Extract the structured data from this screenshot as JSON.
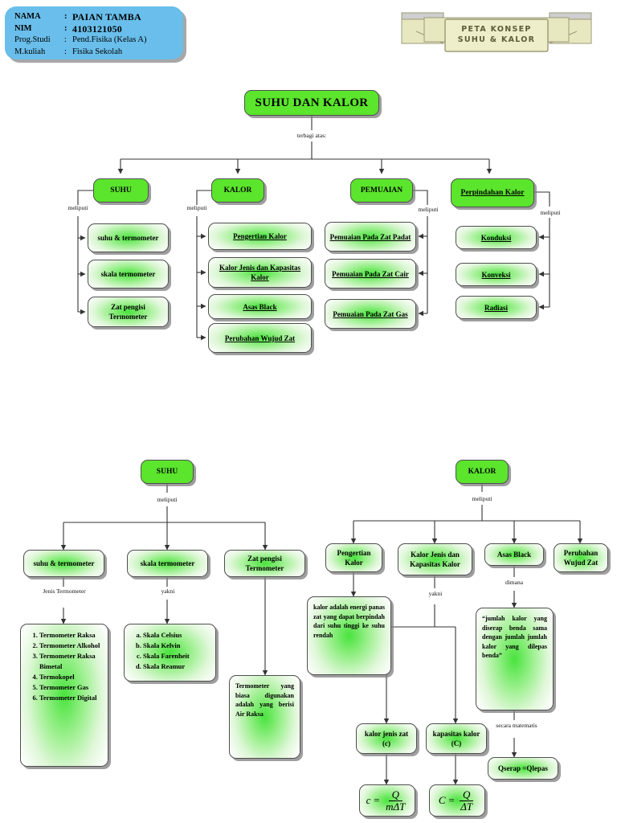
{
  "identity": {
    "rows": [
      {
        "key": "NAMA",
        "sep": ":",
        "value": "PAIAN TAMBA",
        "bold": true
      },
      {
        "key": "NIM",
        "sep": ":",
        "value": "4103121050",
        "bold": true
      },
      {
        "key": "Prog.Studi",
        "sep": ":",
        "value": "Pend.Fisika (Kelas A)",
        "bold": false
      },
      {
        "key": "M.kuliah",
        "sep": ":",
        "value": "Fisika Sekolah",
        "bold": false
      }
    ]
  },
  "banner": {
    "line1": "PETA KONSEP",
    "line2": "SUHU & KALOR"
  },
  "map_top": {
    "root": "SUHU DAN KALOR",
    "root_edge_label": "terbagi atas:",
    "branches": [
      {
        "title": "SUHU",
        "edge_label": "meliputi",
        "children": [
          "suhu & termometer",
          "skala termometer",
          "Zat pengisi Termometer"
        ]
      },
      {
        "title": "KALOR",
        "edge_label": "meliputi",
        "children": [
          "Pengertian Kalor",
          "Kalor Jenis dan Kapasitas Kalor",
          "Asas Black",
          "Perubahan Wujud Zat"
        ]
      },
      {
        "title": "PEMUAIAN",
        "edge_label": "meliputi",
        "children": [
          "Pemuaian Pada Zat Padat",
          "Pemuaian Pada Zat Cair",
          "Pemuaian Pada Zat Gas"
        ]
      },
      {
        "title": "Perpindahan Kalor",
        "edge_label": "meliputi",
        "children": [
          "Konduksi",
          "Konveksi",
          "Radiasi"
        ]
      }
    ]
  },
  "map_suhu": {
    "root": "SUHU",
    "root_edge_label": "meliputi",
    "children": [
      {
        "title": "suhu & termometer",
        "edge_label": "Jenis Termometer"
      },
      {
        "title": "skala termometer",
        "edge_label": "yakni"
      },
      {
        "title": "Zat pengisi Termometer",
        "edge_label": ""
      }
    ],
    "jenis_termometer": [
      "Termometer Raksa",
      "Termometer Alkohol",
      "Termometer Raksa Bimetal",
      "Termokopel",
      "Termometer Gas",
      "Termometer Digital"
    ],
    "skala_list": [
      "Skala Celsius",
      "Skala Kelvin",
      "Skala Farenheit",
      "Skala Reamur"
    ],
    "zat_pengisi_text": "Termometer yang biasa digunakan adalah yang berisi Air Raksa"
  },
  "map_kalor": {
    "root": "KALOR",
    "root_edge_label": "meliputi",
    "children": [
      {
        "title": "Pengertian Kalor",
        "edge_label": ""
      },
      {
        "title": "Kalor Jenis dan Kapasitas Kalor",
        "edge_label": "yakni"
      },
      {
        "title": "Asas Black",
        "edge_label": "dimana"
      },
      {
        "title": "Perubahan Wujud Zat",
        "edge_label": ""
      }
    ],
    "pengertian_text": "kalor adalah energi panas zat yang dapat berpindah dari suhu tinggi ke suhu rendah",
    "asas_black_text": "“jumlah kalor yang diserap benda sama dengan jumlah jumlah kalor yang dilepas benda”",
    "asas_black_edge_label": "secara matematis",
    "asas_black_result": "Qserap =Qlepas",
    "kalor_jenis_node": "kalor jenis zat (c)",
    "kapasitas_node": "kapasitas kalor (C)",
    "formula_c": {
      "lhs": "c",
      "num": "Q",
      "den": "mΔT"
    },
    "formula_C": {
      "lhs": "C",
      "num": "Q",
      "den": "ΔT"
    }
  },
  "colors": {
    "node_solid": "#5BE52C",
    "node_center": "#49e33d",
    "card": "#69BEEB",
    "banner": "#e8e8c0",
    "stroke": "#4f4f4f"
  }
}
